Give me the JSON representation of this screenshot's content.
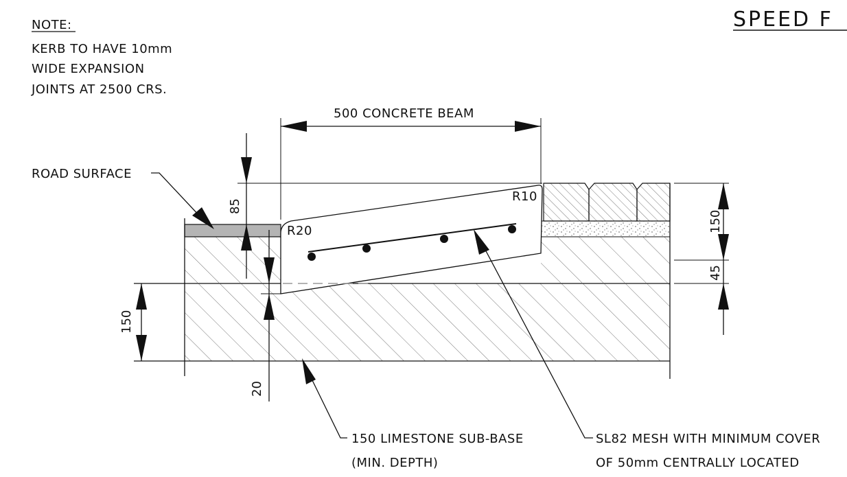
{
  "title": "SPEED F",
  "note": {
    "heading": "NOTE:",
    "lines": [
      "KERB TO HAVE 10mm",
      "WIDE  EXPANSION",
      "JOINTS AT 2500 CRS."
    ]
  },
  "labels": {
    "beam_width": "500 CONCRETE BEAM",
    "road_surface": "ROAD SURFACE",
    "radius_left": "R20",
    "radius_right": "R10",
    "sub_base_line1": "150 LIMESTONE SUB-BASE",
    "sub_base_line2": "(MIN. DEPTH)",
    "mesh_line1": "SL82 MESH WITH MINIMUM COVER",
    "mesh_line2": "OF 50mm CENTRALLY LOCATED"
  },
  "dimensions": {
    "beam_rise": "85",
    "sub_base_depth": "150",
    "beam_embed": "20",
    "paving_depth": "150",
    "bedding_depth": "45"
  }
}
